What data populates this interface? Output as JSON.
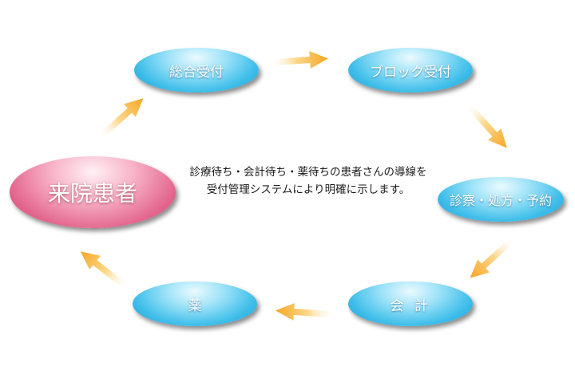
{
  "nodes": {
    "reception_main": "総合受付",
    "block_reception": "ブロック受付",
    "exam": "診察・処方・予約",
    "payment": "会 計",
    "pharmacy": "薬",
    "patient": "来院患者"
  },
  "description": {
    "line1": "診療待ち・会計待ち・薬待ちの患者さんの導線を",
    "line2": "受付管理システムにより明確に示します。"
  },
  "colors": {
    "node_blue": "#41bfea",
    "node_pink": "#e4688f",
    "arrow": "#f7b23a"
  }
}
